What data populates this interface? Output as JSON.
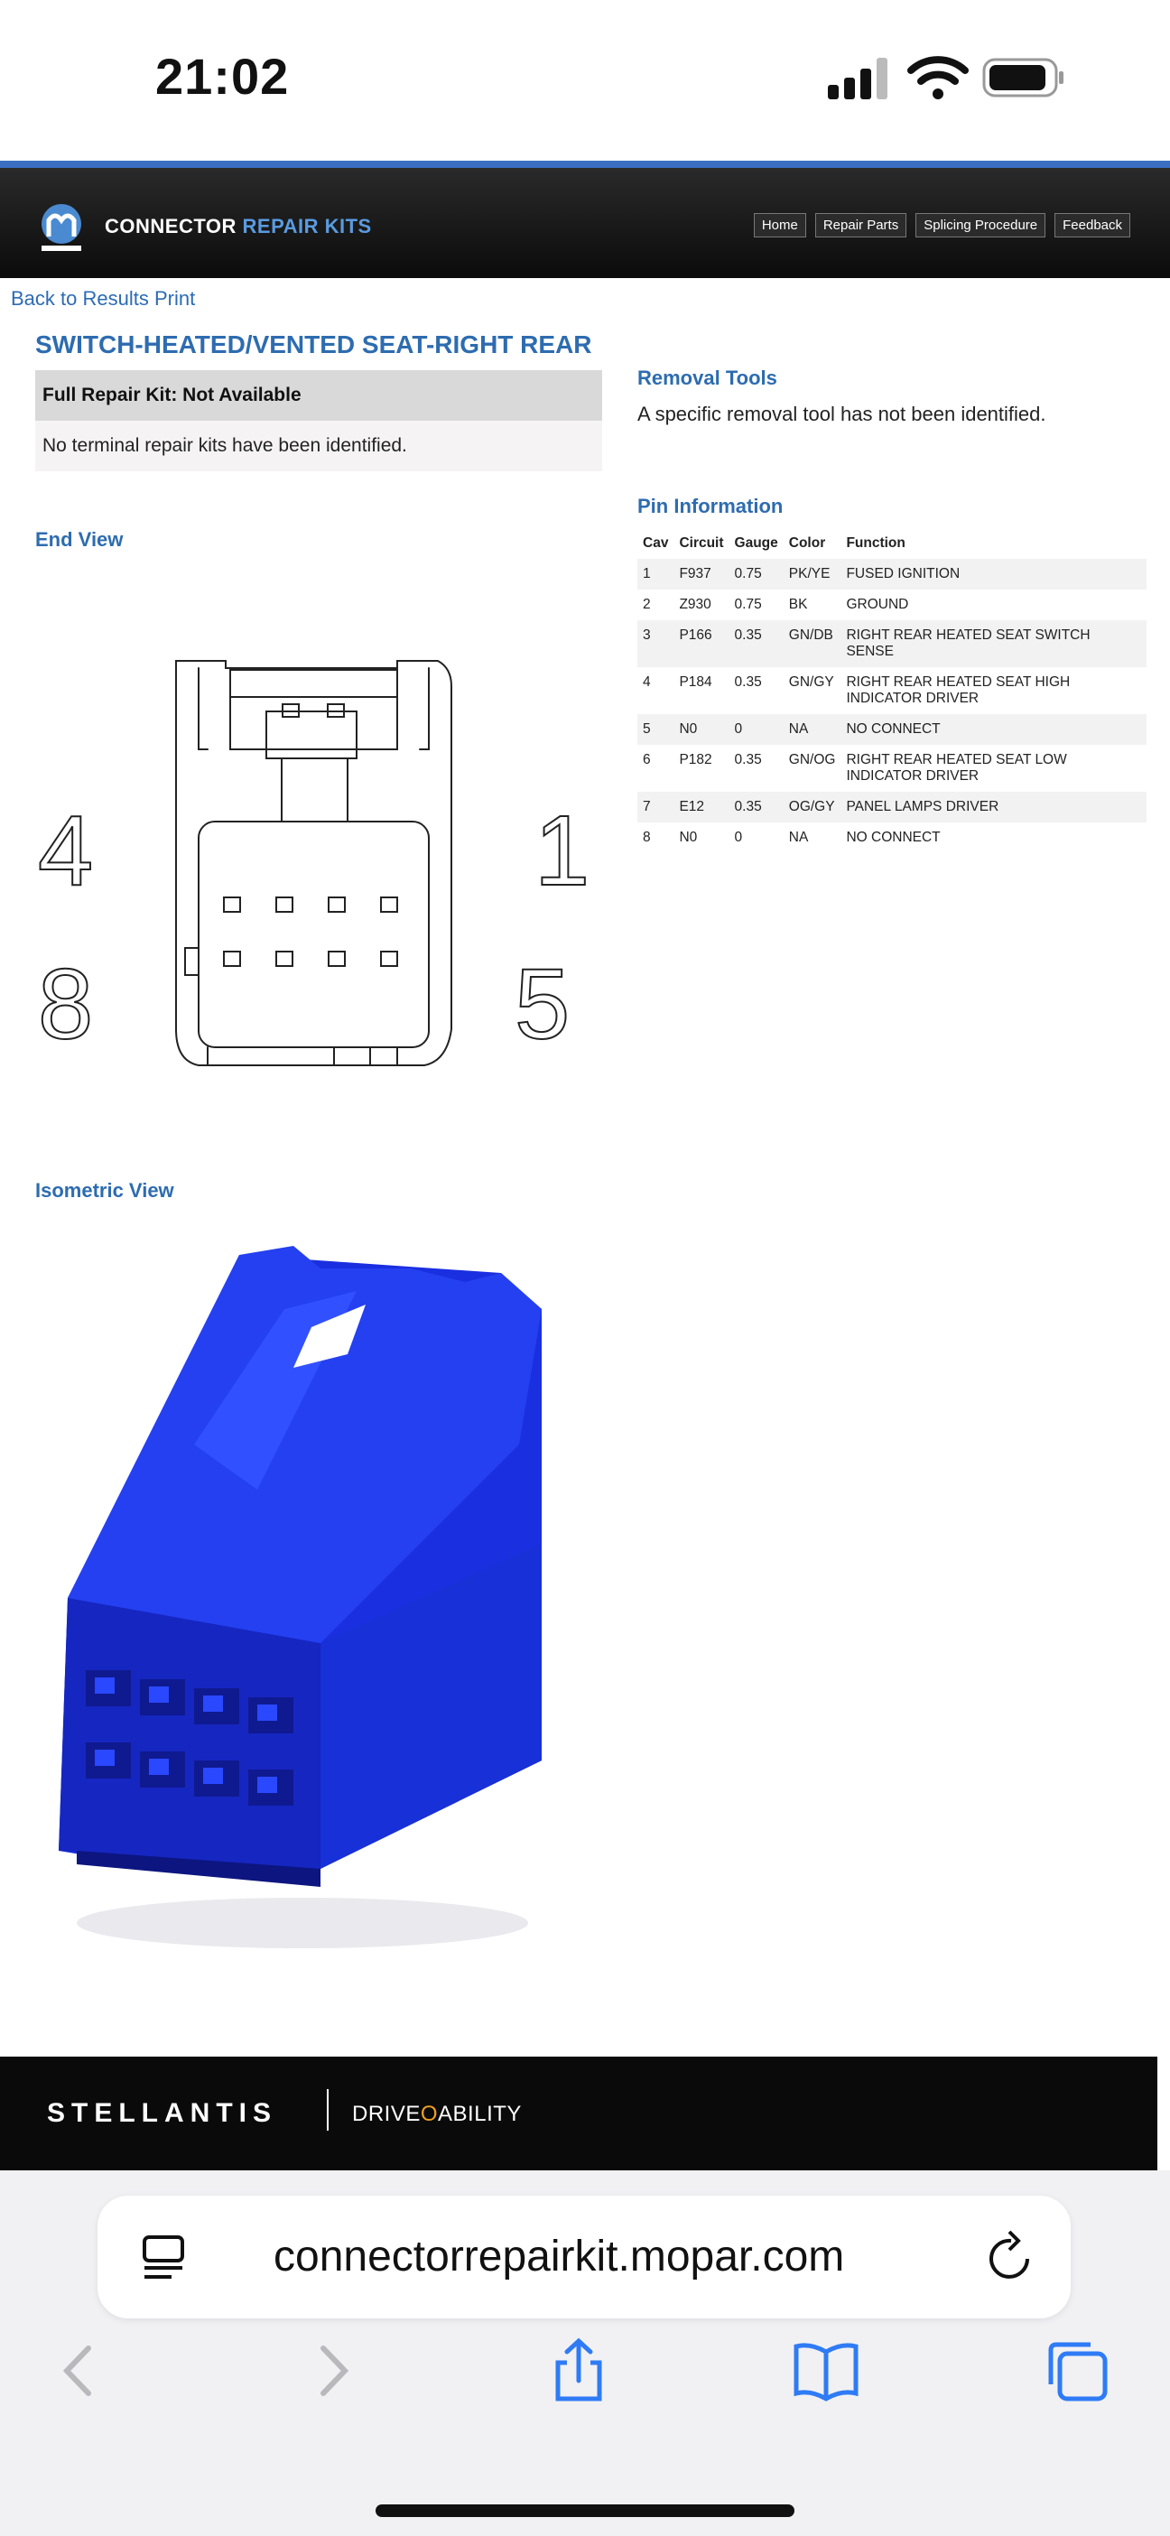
{
  "status": {
    "time": "21:02"
  },
  "header": {
    "brand_main": "CONNECTOR",
    "brand_accent": "REPAIR KITS",
    "nav": [
      "Home",
      "Repair Parts",
      "Splicing Procedure",
      "Feedback"
    ]
  },
  "page": {
    "back_link": "Back to Results Print",
    "title": "SWITCH-HEATED/VENTED SEAT-RIGHT REAR",
    "kit_heading": "Full Repair Kit: Not Available",
    "kit_text": "No terminal repair kits have been identified.",
    "end_view_title": "End View",
    "end_view_numbers": [
      "4",
      "8",
      "1",
      "5"
    ],
    "iso_view_title": "Isometric View",
    "removal_title": "Removal Tools",
    "removal_text": "A specific removal tool has not been identified.",
    "pin_title": "Pin Information",
    "pin_columns": [
      "Cav",
      "Circuit",
      "Gauge",
      "Color",
      "Function"
    ],
    "pins": [
      [
        "1",
        "F937",
        "0.75",
        "PK/YE",
        "FUSED IGNITION"
      ],
      [
        "2",
        "Z930",
        "0.75",
        "BK",
        "GROUND"
      ],
      [
        "3",
        "P166",
        "0.35",
        "GN/DB",
        "RIGHT REAR HEATED SEAT SWITCH SENSE"
      ],
      [
        "4",
        "P184",
        "0.35",
        "GN/GY",
        "RIGHT REAR HEATED SEAT HIGH INDICATOR DRIVER"
      ],
      [
        "5",
        "N0",
        "0",
        "NA",
        "NO CONNECT"
      ],
      [
        "6",
        "P182",
        "0.35",
        "GN/OG",
        "RIGHT REAR HEATED SEAT LOW INDICATOR DRIVER"
      ],
      [
        "7",
        "E12",
        "0.35",
        "OG/GY",
        "PANEL LAMPS DRIVER"
      ],
      [
        "8",
        "N0",
        "0",
        "NA",
        "NO CONNECT"
      ]
    ]
  },
  "footer": {
    "stellantis": "STELLANTIS",
    "drive": "DRIVE",
    "drive_accent": "O",
    "drive_rest": "ABILITY"
  },
  "browser": {
    "url": "connectorrepairkit.mopar.com"
  },
  "colors": {
    "accent": "#2d6cb0",
    "header_bar": "#3a6fc4",
    "connector": "#1a2fe0"
  }
}
